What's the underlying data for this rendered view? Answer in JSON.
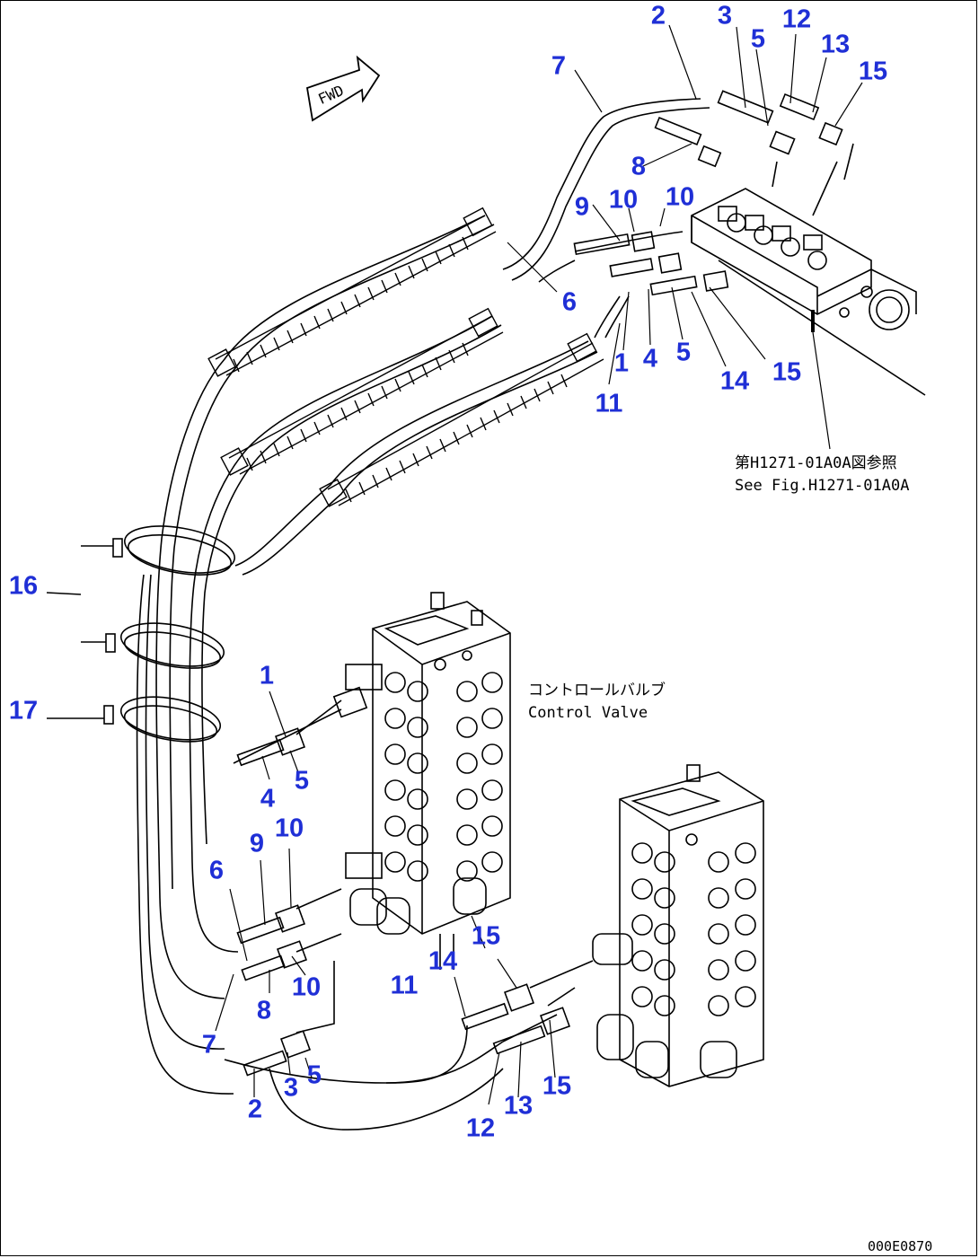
{
  "figure_code": "000E0870",
  "notes": {
    "see_fig_jp": "第H1271-01A0A図参照",
    "see_fig_en": "See Fig.H1271-01A0A",
    "control_valve_jp": "コントロールバルブ",
    "control_valve_en": "Control Valve",
    "fwd": "FWD"
  },
  "part_labels": [
    {
      "id": "upper-2",
      "text": "2"
    },
    {
      "id": "upper-3",
      "text": "3"
    },
    {
      "id": "upper-5a",
      "text": "5"
    },
    {
      "id": "upper-12",
      "text": "12"
    },
    {
      "id": "upper-13",
      "text": "13"
    },
    {
      "id": "upper-15a",
      "text": "15"
    },
    {
      "id": "upper-7",
      "text": "7"
    },
    {
      "id": "upper-8",
      "text": "8"
    },
    {
      "id": "upper-9",
      "text": "9"
    },
    {
      "id": "upper-10a",
      "text": "10"
    },
    {
      "id": "upper-10b",
      "text": "10"
    },
    {
      "id": "upper-6",
      "text": "6"
    },
    {
      "id": "upper-1",
      "text": "1"
    },
    {
      "id": "upper-4",
      "text": "4"
    },
    {
      "id": "upper-5b",
      "text": "5"
    },
    {
      "id": "upper-14",
      "text": "14"
    },
    {
      "id": "upper-15b",
      "text": "15"
    },
    {
      "id": "upper-11",
      "text": "11"
    },
    {
      "id": "left-16",
      "text": "16"
    },
    {
      "id": "left-17",
      "text": "17"
    },
    {
      "id": "lower-1",
      "text": "1"
    },
    {
      "id": "lower-5a",
      "text": "5"
    },
    {
      "id": "lower-4",
      "text": "4"
    },
    {
      "id": "lower-9",
      "text": "9"
    },
    {
      "id": "lower-10a",
      "text": "10"
    },
    {
      "id": "lower-6",
      "text": "6"
    },
    {
      "id": "lower-15a",
      "text": "15"
    },
    {
      "id": "lower-14",
      "text": "14"
    },
    {
      "id": "lower-11",
      "text": "11"
    },
    {
      "id": "lower-10b",
      "text": "10"
    },
    {
      "id": "lower-8",
      "text": "8"
    },
    {
      "id": "lower-7",
      "text": "7"
    },
    {
      "id": "lower-3",
      "text": "3"
    },
    {
      "id": "lower-5b",
      "text": "5"
    },
    {
      "id": "lower-2",
      "text": "2"
    },
    {
      "id": "lower-15b",
      "text": "15"
    },
    {
      "id": "lower-13",
      "text": "13"
    },
    {
      "id": "lower-12",
      "text": "12"
    }
  ]
}
